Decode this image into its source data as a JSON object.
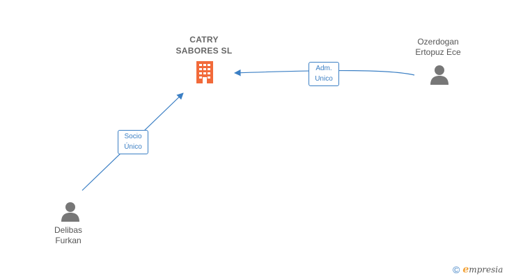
{
  "company": {
    "name": "CATRY\nSABORES  SL",
    "icon": "building-icon",
    "color": "#f26a3a"
  },
  "people": [
    {
      "name": "Ozerdogan\nErtopuz Ece",
      "icon": "person-icon"
    },
    {
      "name": "Delibas\nFurkan",
      "icon": "person-icon"
    }
  ],
  "relations": [
    {
      "label": "Adm.\nUnico",
      "from": "Ozerdogan Ertopuz Ece"
    },
    {
      "label": "Socio\nÚnico",
      "from": "Delibas Furkan"
    }
  ],
  "colors": {
    "edge": "#3b7fc4",
    "person": "#777777"
  },
  "brand": {
    "copyright_symbol": "©",
    "logo_first_letter": "e",
    "logo_rest": "mpresia"
  }
}
